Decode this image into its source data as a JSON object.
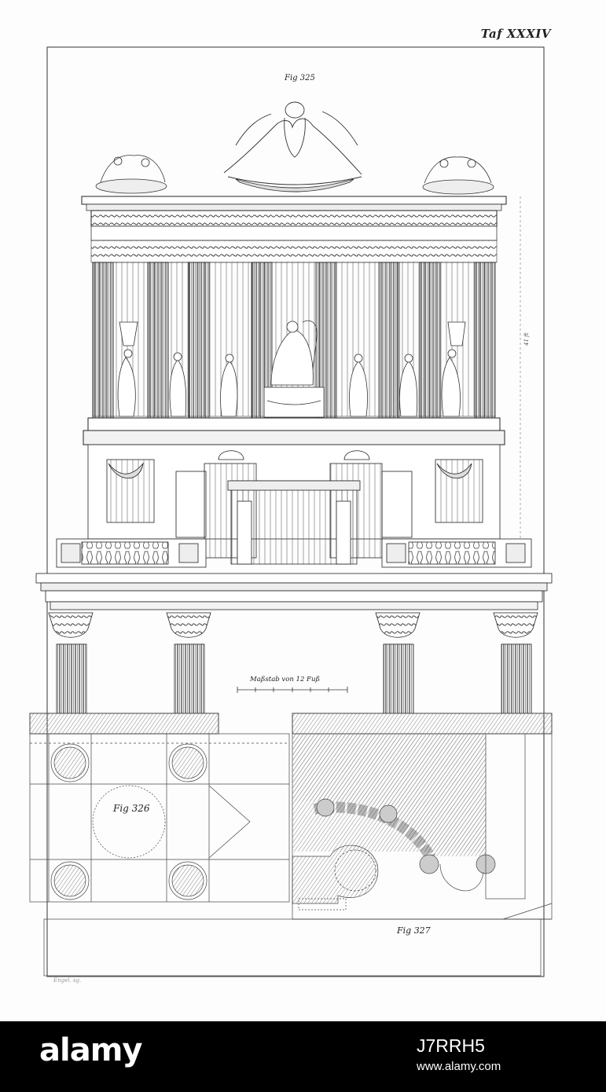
{
  "plate": {
    "number": "Taf XXXIV",
    "fig_325": "Fig 325",
    "fig_326": "Fig 326",
    "fig_327": "Fig 327",
    "scale_label": "Maßstab von 12 Fuß",
    "signature": "Engel. sg. ",
    "dimension_label": "41 ft"
  },
  "footer": {
    "logo": "alamy",
    "image_id": "J7RRH5",
    "url": "www.alamy.com"
  },
  "colors": {
    "ink": "#1a1a1a",
    "hatch": "#8a8a8a",
    "paper": "#fdfdfd",
    "footer_bg": "#000000"
  }
}
